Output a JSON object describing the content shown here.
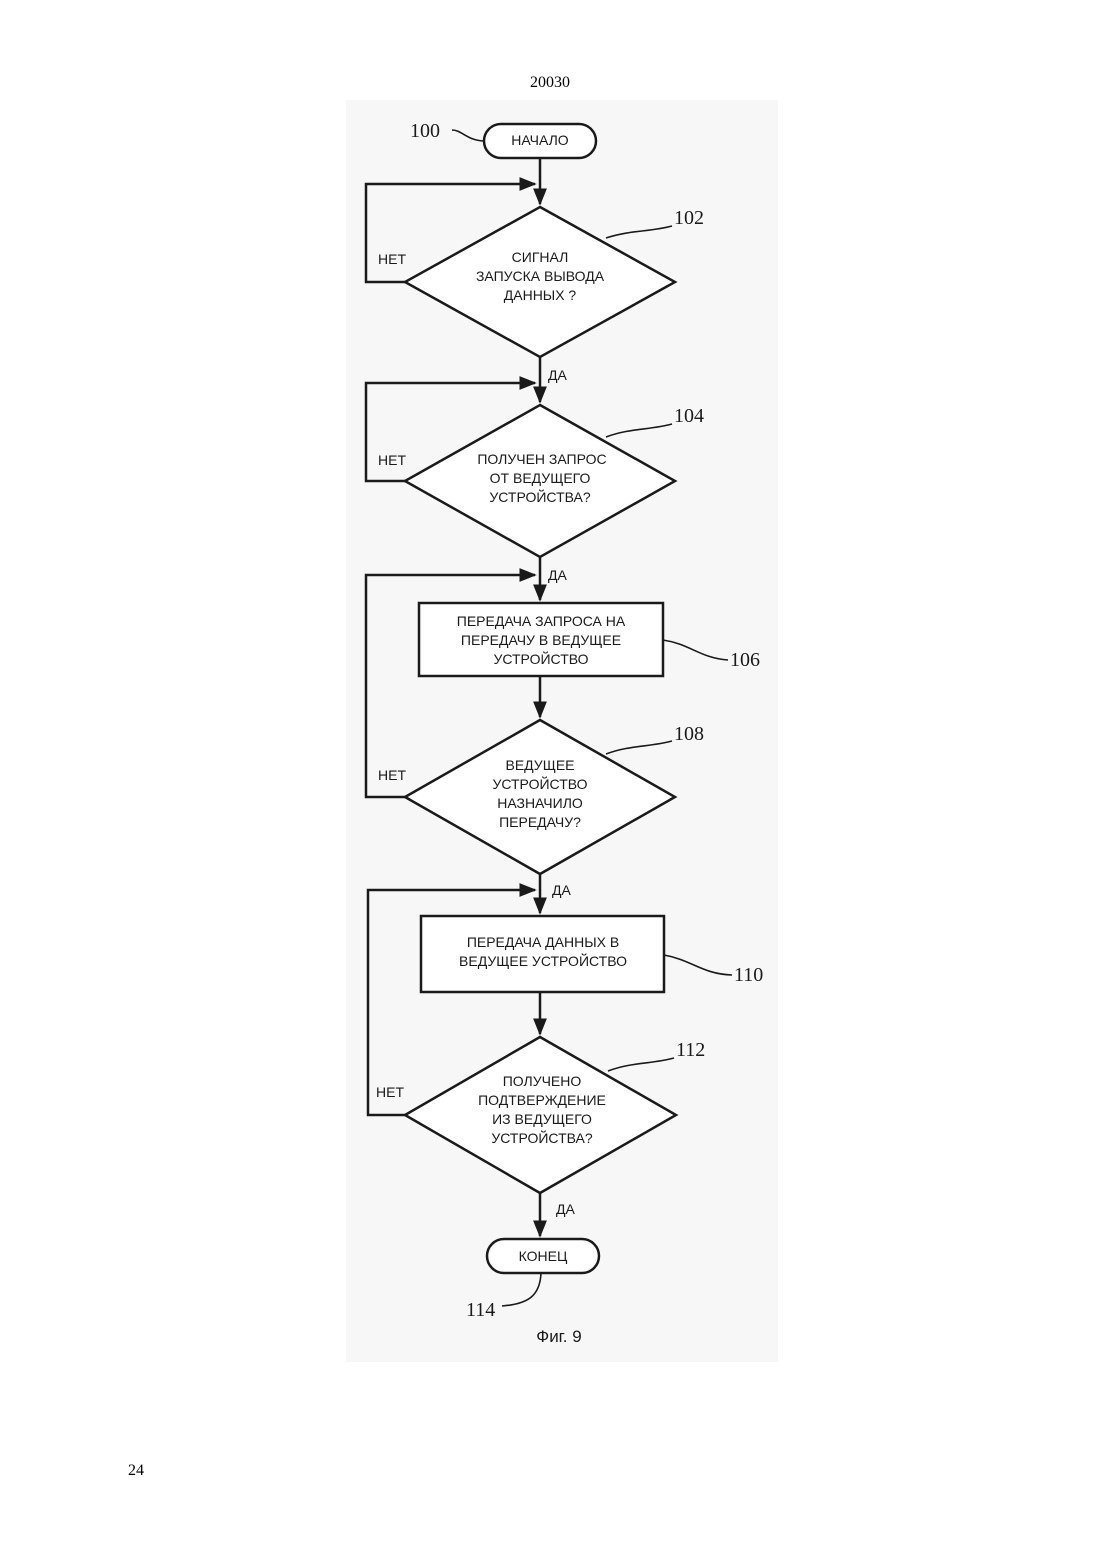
{
  "header": {
    "doc_number": "20030"
  },
  "footer": {
    "page_number": "24"
  },
  "flowchart": {
    "start": {
      "ref": "100",
      "label": "НАЧАЛО"
    },
    "step102": {
      "ref": "102",
      "lines": [
        "СИГНАЛ",
        "ЗАПУСКА ВЫВОДА",
        "ДАННЫХ ?"
      ],
      "no": "НЕТ",
      "yes": "ДА"
    },
    "step104": {
      "ref": "104",
      "lines": [
        "ПОЛУЧЕН ЗАПРОС",
        "ОТ ВЕДУЩЕГО",
        "УСТРОЙСТВА?"
      ],
      "no": "НЕТ",
      "yes": "ДА"
    },
    "step106": {
      "ref": "106",
      "lines": [
        "ПЕРЕДАЧА ЗАПРОСА НА",
        "ПЕРЕДАЧУ В ВЕДУЩЕЕ",
        "УСТРОЙСТВО"
      ]
    },
    "step108": {
      "ref": "108",
      "lines": [
        "ВЕДУЩЕЕ",
        "УСТРОЙСТВО",
        "НАЗНАЧИЛО",
        "ПЕРЕДАЧУ?"
      ],
      "no": "НЕТ",
      "yes": "ДА"
    },
    "step110": {
      "ref": "110",
      "lines": [
        "ПЕРЕДАЧА ДАННЫХ В",
        "ВЕДУЩЕЕ УСТРОЙСТВО"
      ]
    },
    "step112": {
      "ref": "112",
      "lines": [
        "ПОЛУЧЕНО",
        "ПОДТВЕРЖДЕНИЕ",
        "ИЗ ВЕДУЩЕГО",
        "УСТРОЙСТВА?"
      ],
      "no": "НЕТ",
      "yes": "ДА"
    },
    "end": {
      "ref": "114",
      "label": "КОНЕЦ"
    },
    "caption": "Фиг. 9"
  }
}
